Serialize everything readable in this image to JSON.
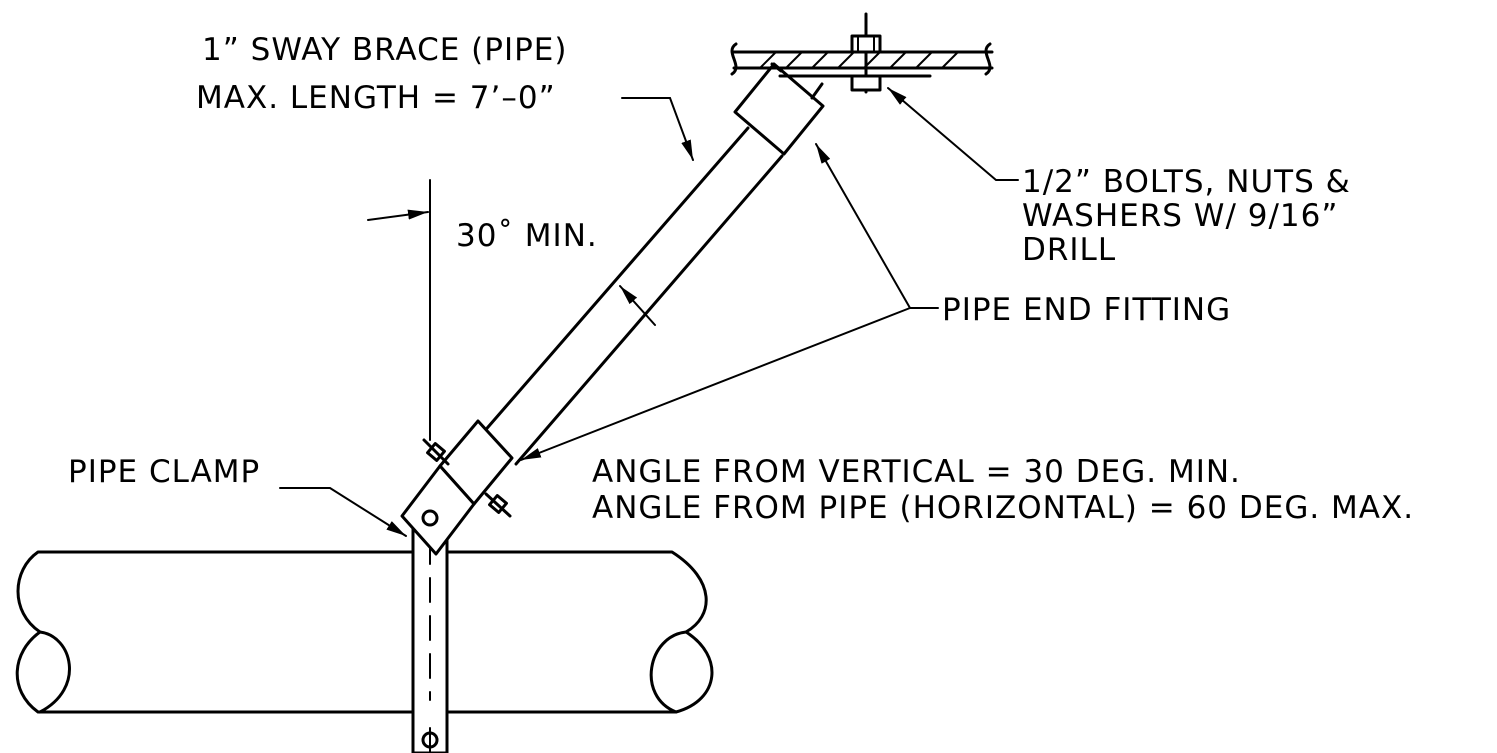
{
  "labels": {
    "sway_brace_line1": "1” SWAY BRACE (PIPE)",
    "sway_brace_line2": "MAX. LENGTH = 7’–0”",
    "bolts_line1": "1/2” BOLTS, NUTS &",
    "bolts_line2": "WASHERS W/ 9/16”",
    "bolts_line3": "DRILL",
    "angle_min": "30˚ MIN.",
    "pipe_end_fitting": "PIPE END FITTING",
    "pipe_clamp": "PIPE CLAMP",
    "note_line1": "ANGLE FROM VERTICAL = 30 DEG. MIN.",
    "note_line2": "ANGLE FROM PIPE (HORIZONTAL) = 60 DEG. MAX."
  },
  "colors": {
    "ink": "#000000",
    "paper": "#ffffff"
  }
}
